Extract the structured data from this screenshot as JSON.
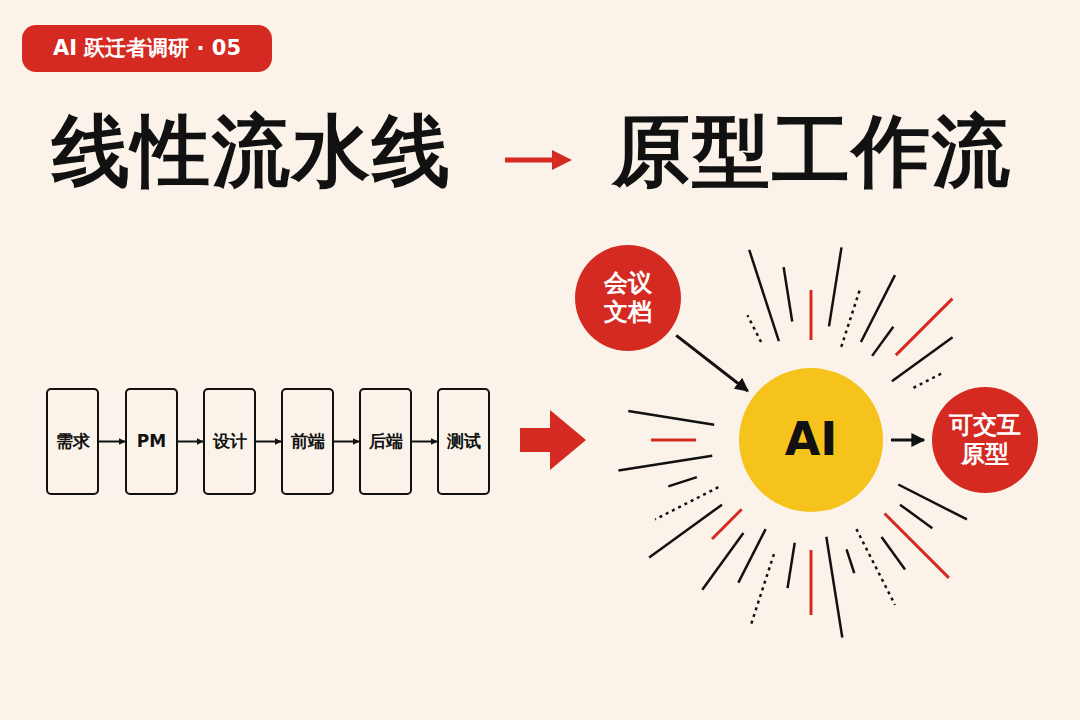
{
  "diagram": {
    "nodes": [
      {
        "text": [
          "AI 跃迁者调研 · 05"
        ]
      },
      {
        "text": [
          "需求"
        ]
      },
      {
        "text": [
          "PM"
        ]
      },
      {
        "text": [
          "设计"
        ]
      },
      {
        "text": [
          "前端"
        ]
      },
      {
        "text": [
          "后端"
        ]
      },
      {
        "text": [
          "测试"
        ]
      },
      {
        "text": [
          "会议 文档"
        ]
      },
      {
        "text": [
          "AI"
        ]
      },
      {
        "text": [
          "可交互 原型"
        ]
      }
    ],
    "edges": [
      {
        "from": 1,
        "to": 2,
        "arrow": "to"
      },
      {
        "from": 2,
        "to": 3,
        "arrow": "to"
      },
      {
        "from": 3,
        "to": 4,
        "arrow": "to"
      },
      {
        "from": 4,
        "to": 5,
        "arrow": "to"
      },
      {
        "from": 5,
        "to": 6,
        "arrow": "to"
      },
      {
        "from": 7,
        "to": 8,
        "arrow": "to"
      },
      {
        "from": 8,
        "to": 9,
        "arrow": "to"
      }
    ],
    "labels": [
      "线性流水线",
      "原型工作流"
    ]
  }
}
